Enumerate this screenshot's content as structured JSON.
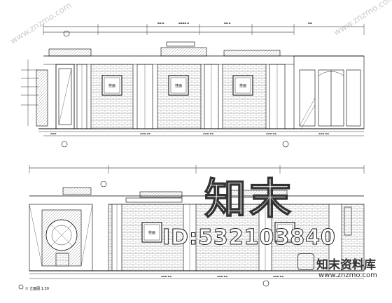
{
  "drawing": {
    "title": "Interior wall elevations (CAD drawing)",
    "lower_scale_label": "① 立面图 1:30"
  },
  "panels_upper": [
    "挂画",
    "挂画",
    "挂画"
  ],
  "panels_lower": [
    "挂画",
    "挂画"
  ],
  "watermark": {
    "logo_text": "知末",
    "id_text": "ID:532103840",
    "brand": "知末资料库",
    "url": "www.znzmo.com",
    "corner_text": "www.znzmo.com"
  }
}
